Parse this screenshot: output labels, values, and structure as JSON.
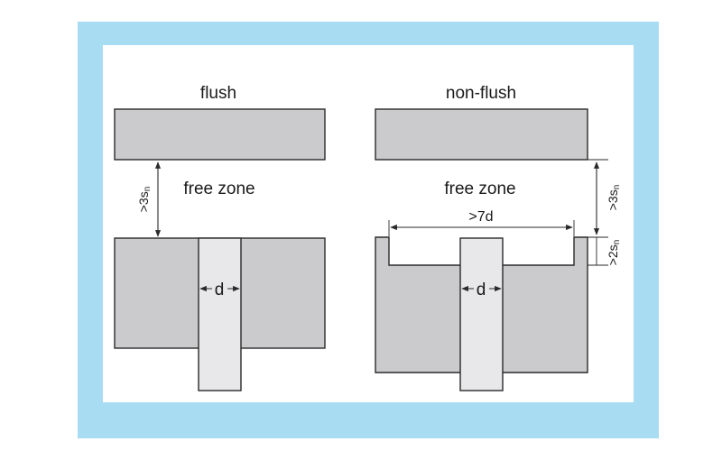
{
  "colors": {
    "frame": "#a8dcf3",
    "panel": "#ffffff",
    "block_fill": "#cbcbcd",
    "sensor_fill": "#e8e8ea",
    "stroke": "#2a2a2a"
  },
  "left": {
    "title": "flush",
    "zone_label": "free zone",
    "gap_label_main": ">3s",
    "gap_label_sub": "n",
    "width_label": "d"
  },
  "right": {
    "title": "non-flush",
    "zone_label": "free zone",
    "span_label": ">7d",
    "gap_label_main": ">3s",
    "gap_label_sub": "n",
    "recess_label_main": ">2s",
    "recess_label_sub": "n",
    "width_label": "d"
  }
}
